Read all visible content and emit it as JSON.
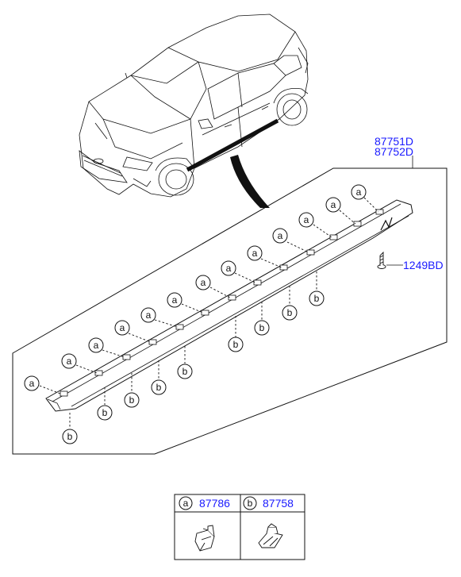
{
  "part_numbers": {
    "sill_moulding_lh": "87751D",
    "sill_moulding_rh": "87752D",
    "screw": "1249BD"
  },
  "callouts": {
    "clip_a": "a",
    "clip_b": "b"
  },
  "legend": [
    {
      "letter": "a",
      "part_no": "87786",
      "icon": "clip-a-icon"
    },
    {
      "letter": "b",
      "part_no": "87758",
      "icon": "clip-b-icon"
    }
  ],
  "colors": {
    "part_number": "#1a1aff",
    "line": "#111111"
  }
}
